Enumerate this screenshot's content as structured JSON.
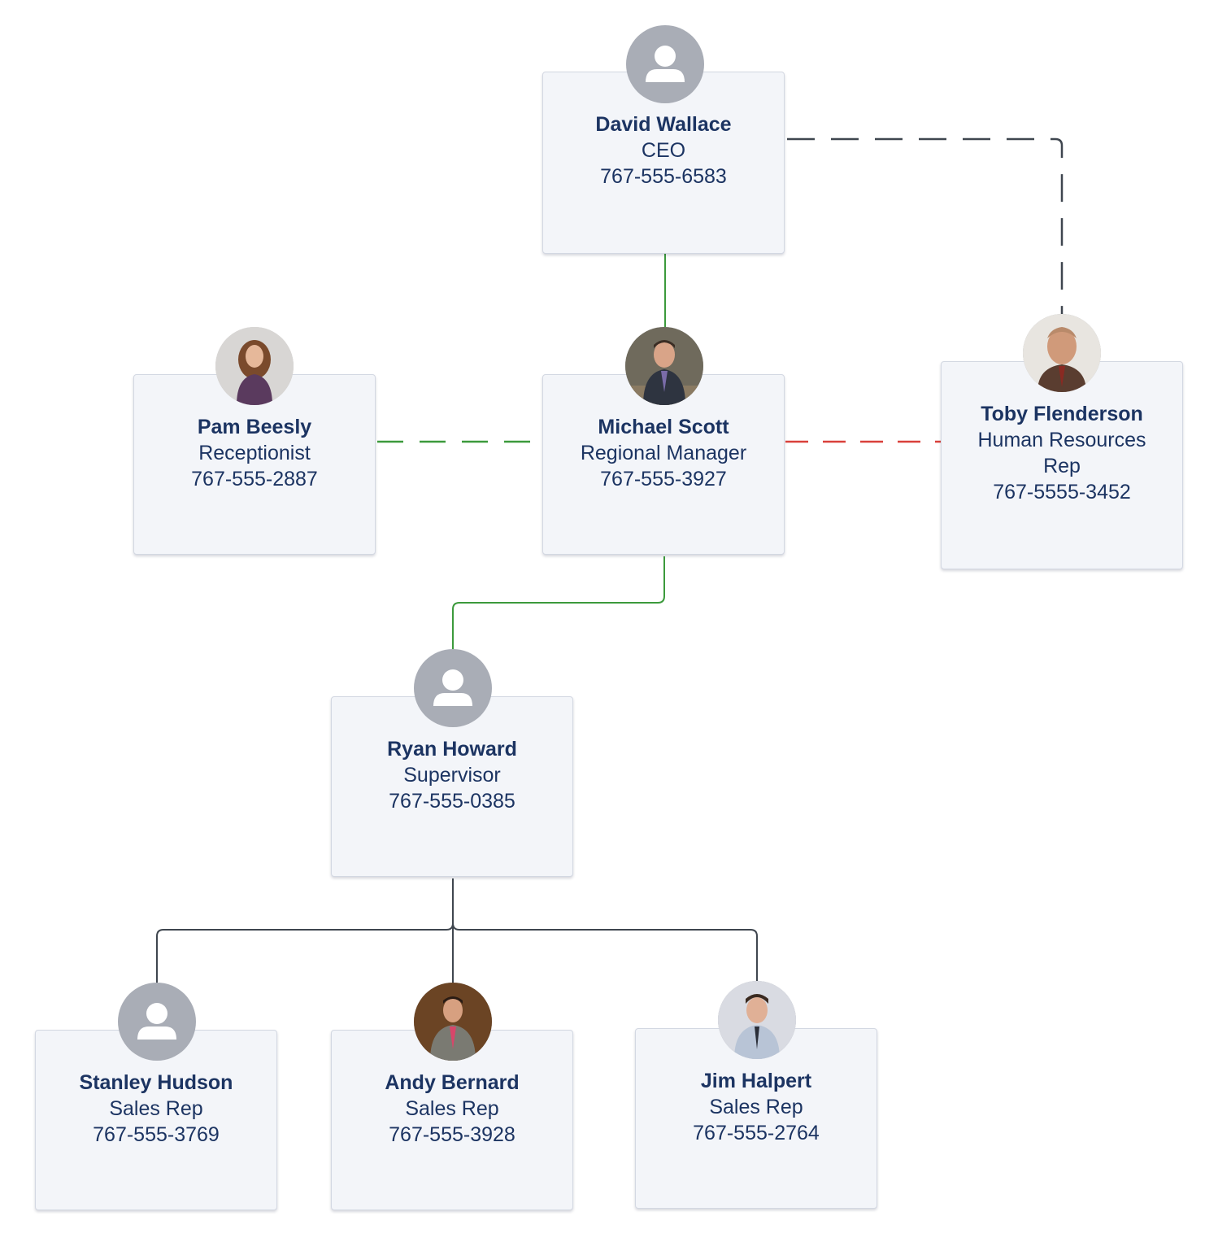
{
  "colors": {
    "card_bg": "#f3f5f9",
    "text": "#1c3462",
    "avatar_placeholder": "#a9adb6",
    "line_solid_green": "#3c9a3c",
    "line_solid_dark": "#3f464f",
    "line_dashed_green": "#3c9a3c",
    "line_dashed_red": "#d9413b",
    "line_dashed_dark": "#3f464f"
  },
  "people": [
    {
      "name": "David Wallace",
      "title": "CEO",
      "phone": "767-555-6583",
      "avatar": "placeholder-avatar-icon"
    },
    {
      "name": "Pam Beesly",
      "title": "Receptionist",
      "phone": "767-555-2887",
      "avatar": "photo"
    },
    {
      "name": "Michael Scott",
      "title": "Regional Manager",
      "phone": "767-555-3927",
      "avatar": "photo"
    },
    {
      "name": "Toby Flenderson",
      "title": "Human Resources Rep",
      "phone": "767-5555-3452",
      "avatar": "photo"
    },
    {
      "name": "Ryan Howard",
      "title": "Supervisor",
      "phone": "767-555-0385",
      "avatar": "placeholder-avatar-icon"
    },
    {
      "name": "Stanley Hudson",
      "title": "Sales Rep",
      "phone": "767-555-3769",
      "avatar": "placeholder-avatar-icon"
    },
    {
      "name": "Andy Bernard",
      "title": "Sales Rep",
      "phone": "767-555-3928",
      "avatar": "photo"
    },
    {
      "name": "Jim Halpert",
      "title": "Sales Rep",
      "phone": "767-555-2764",
      "avatar": "photo"
    }
  ],
  "connections": [
    {
      "from": "David Wallace",
      "to": "Michael Scott",
      "style": "solid",
      "color": "green"
    },
    {
      "from": "David Wallace",
      "to": "Toby Flenderson",
      "style": "dashed",
      "color": "dark"
    },
    {
      "from": "Michael Scott",
      "to": "Pam Beesly",
      "style": "dashed",
      "color": "green"
    },
    {
      "from": "Michael Scott",
      "to": "Toby Flenderson",
      "style": "dashed",
      "color": "red"
    },
    {
      "from": "Michael Scott",
      "to": "Ryan Howard",
      "style": "solid",
      "color": "green"
    },
    {
      "from": "Ryan Howard",
      "to": "Stanley Hudson",
      "style": "solid",
      "color": "dark"
    },
    {
      "from": "Ryan Howard",
      "to": "Andy Bernard",
      "style": "solid",
      "color": "dark"
    },
    {
      "from": "Ryan Howard",
      "to": "Jim Halpert",
      "style": "solid",
      "color": "dark"
    }
  ]
}
